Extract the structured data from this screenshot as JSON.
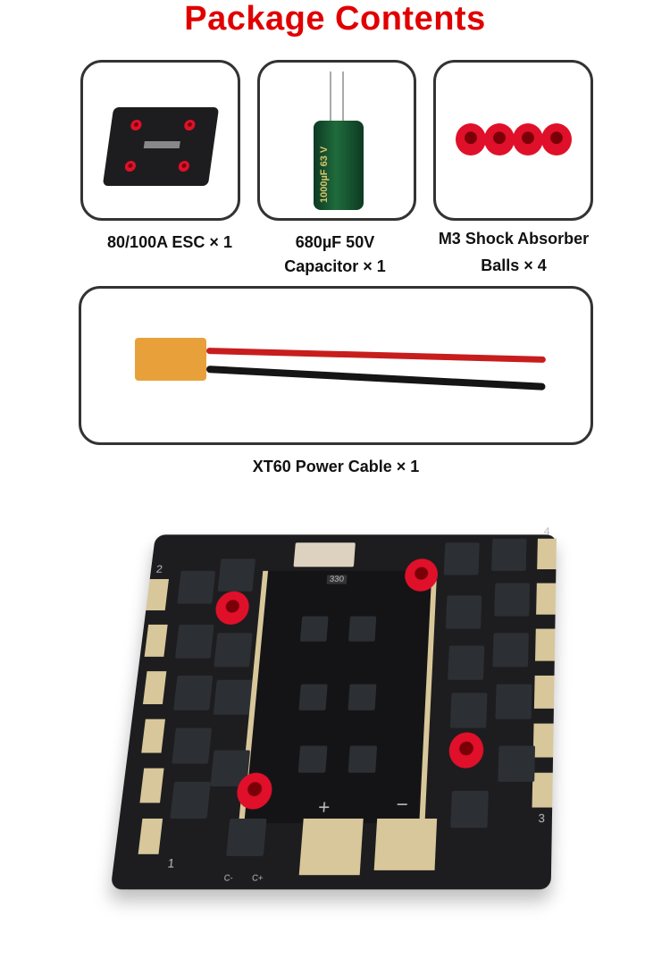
{
  "title": "Package Contents",
  "items": [
    {
      "label_line1": "80/100A ESC × 1",
      "label_line2": ""
    },
    {
      "label_line1": "680µF 50V",
      "label_line2": "Capacitor × 1"
    },
    {
      "label_line1": "M3 Shock Absorber",
      "label_line2": "Balls × 4"
    },
    {
      "label_line1": "XT60 Power Cable × 1",
      "label_line2": ""
    }
  ],
  "capacitor_print": {
    "value": "1000µF",
    "voltage": "63 V"
  },
  "board_labels": {
    "m1": "1",
    "m2": "2",
    "m3": "3",
    "m4": "4",
    "plus": "+",
    "minus": "−",
    "cminus": "C-",
    "cplus": "C+",
    "inductor": "330"
  },
  "colors": {
    "title": "#e00000",
    "border": "#333333"
  }
}
